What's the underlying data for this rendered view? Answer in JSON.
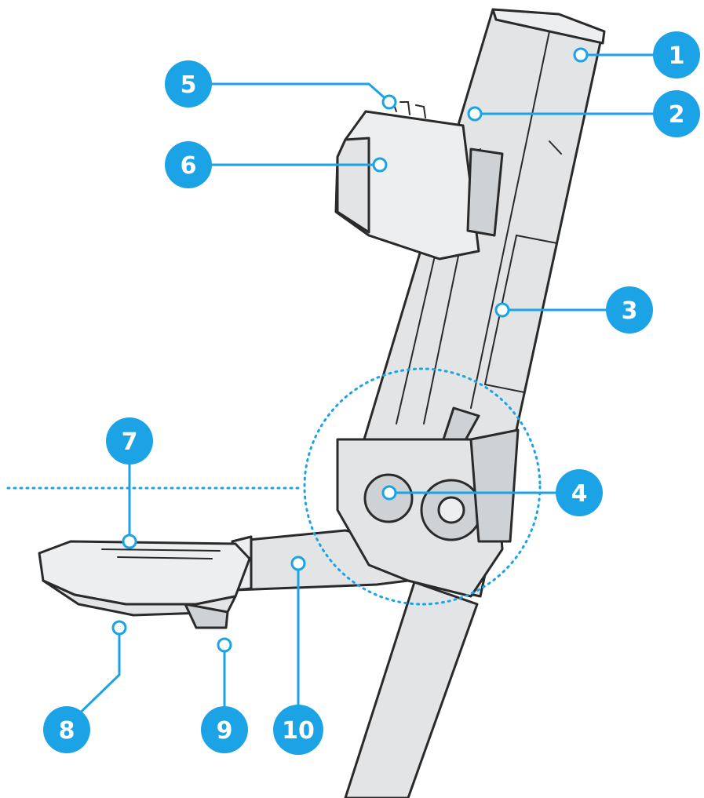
{
  "callouts": [
    {
      "id": "1",
      "label": "1"
    },
    {
      "id": "2",
      "label": "2"
    },
    {
      "id": "3",
      "label": "3"
    },
    {
      "id": "4",
      "label": "4"
    },
    {
      "id": "5",
      "label": "5"
    },
    {
      "id": "6",
      "label": "6"
    },
    {
      "id": "7",
      "label": "7"
    },
    {
      "id": "8",
      "label": "8"
    },
    {
      "id": "9",
      "label": "9"
    },
    {
      "id": "10",
      "label": "10"
    }
  ],
  "colors": {
    "accent": "#1ba3e6",
    "outline": "#2a2a2a",
    "body": "#e2e4e6"
  }
}
